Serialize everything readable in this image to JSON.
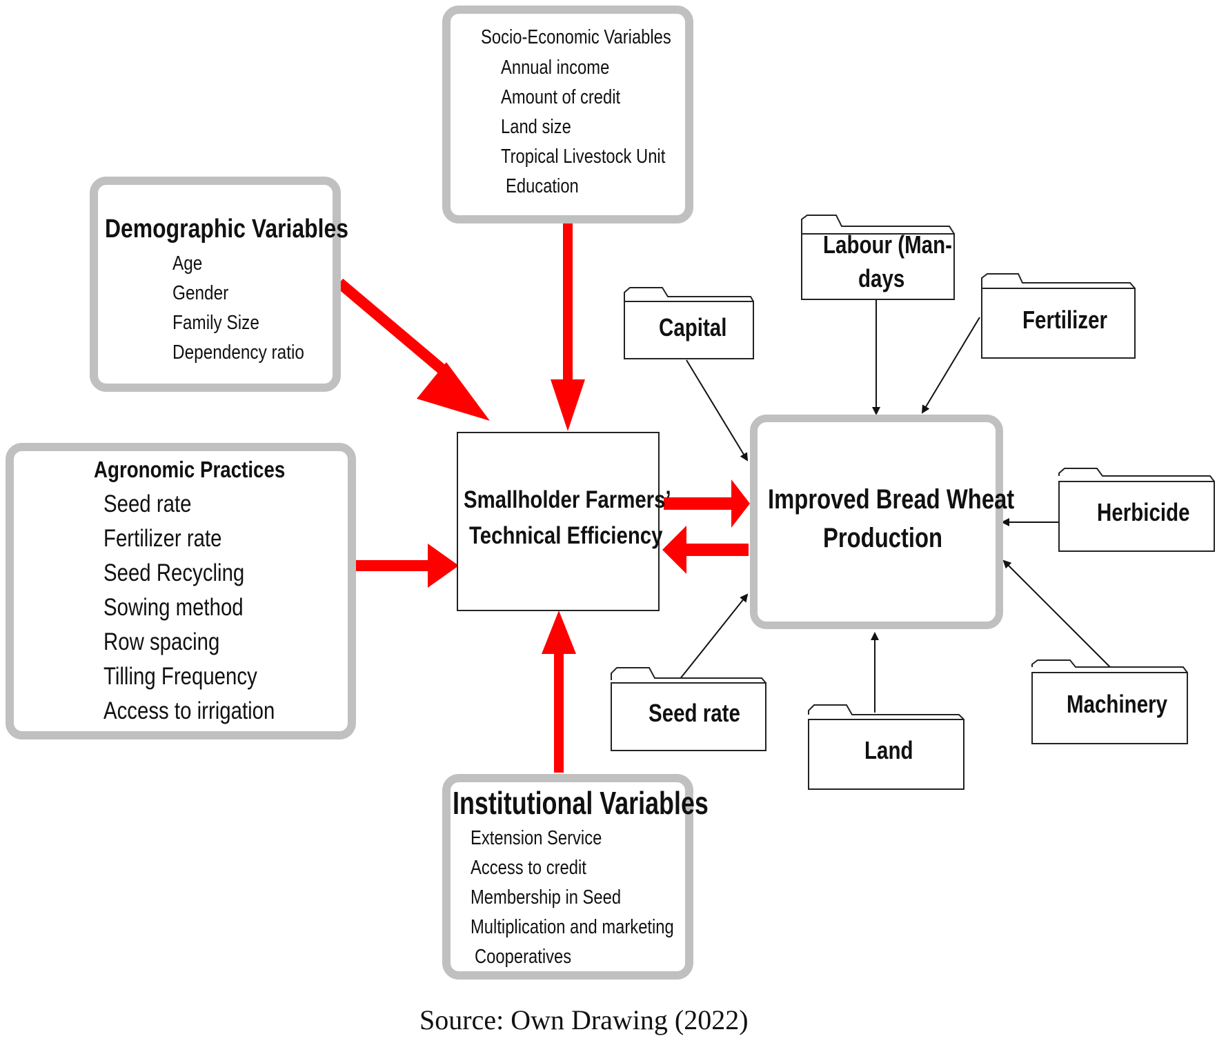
{
  "socio_economic": {
    "title": "Socio-Economic Variables",
    "items": [
      "Annual income",
      "Amount of credit",
      "Land size",
      "Tropical Livestock Unit",
      "Education"
    ]
  },
  "demographic": {
    "title": "Demographic Variables",
    "items": [
      "Age",
      "Gender",
      "Family Size",
      "Dependency ratio"
    ]
  },
  "agronomic": {
    "title": "Agronomic Practices",
    "items": [
      "Seed rate",
      "Fertilizer rate",
      "Seed Recycling",
      "Sowing method",
      "Row spacing",
      "Tilling Frequency",
      "Access to irrigation"
    ]
  },
  "institutional": {
    "title": "Institutional Variables",
    "items": [
      "Extension Service",
      "Access to credit",
      "Membership in Seed",
      "Multiplication and marketing",
      "Cooperatives"
    ]
  },
  "efficiency": {
    "line1": "Smallholder Farmers’",
    "line2": "Technical Efficiency"
  },
  "production": {
    "line1": "Improved Bread Wheat",
    "line2": "Production"
  },
  "inputs": {
    "labour_line1": "Labour (Man-",
    "labour_line2": "days",
    "capital": "Capital",
    "fertilizer": "Fertilizer",
    "herbicide": "Herbicide",
    "machinery": "Machinery",
    "land": "Land",
    "seed_rate": "Seed rate"
  },
  "source": "Source: Own Drawing (2022)",
  "colors": {
    "arrow": "#ff0000",
    "box_border": "#c0c0c0"
  }
}
